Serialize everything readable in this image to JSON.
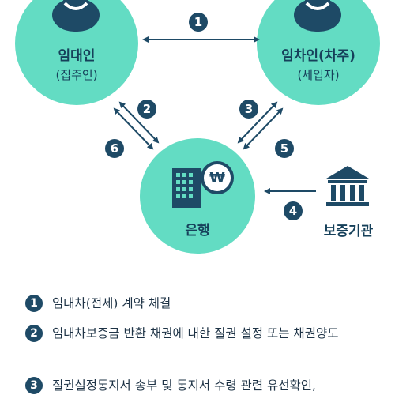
{
  "colors": {
    "circle_fill": "#63dcc3",
    "dark_navy": "#1e4a66",
    "arrow_color": "#1e4a66",
    "background": "#ffffff"
  },
  "nodes": {
    "landlord": {
      "title": "임대인",
      "subtitle": "(집주인)",
      "icon": "person-icon"
    },
    "tenant": {
      "title": "임차인(차주)",
      "subtitle": "(세입자)",
      "icon": "person-icon"
    },
    "bank": {
      "title": "은행",
      "icon": "bank-building-won-icon"
    },
    "guarantor": {
      "title": "보증기관",
      "icon": "institution-building-icon"
    }
  },
  "steps": {
    "s1": "1",
    "s2": "2",
    "s3": "3",
    "s4": "4",
    "s5": "5",
    "s6": "6"
  },
  "legend": {
    "items": [
      {
        "num": "1",
        "text": "임대차(전세) 계약 체결"
      },
      {
        "num": "2",
        "text": "임대차보증금 반환 채권에 대한 질권 설정  또는 채권양도"
      },
      {
        "num": "3",
        "text": "질권설정통지서 송부 및 통지서 수령 관련 유선확인,"
      }
    ]
  }
}
